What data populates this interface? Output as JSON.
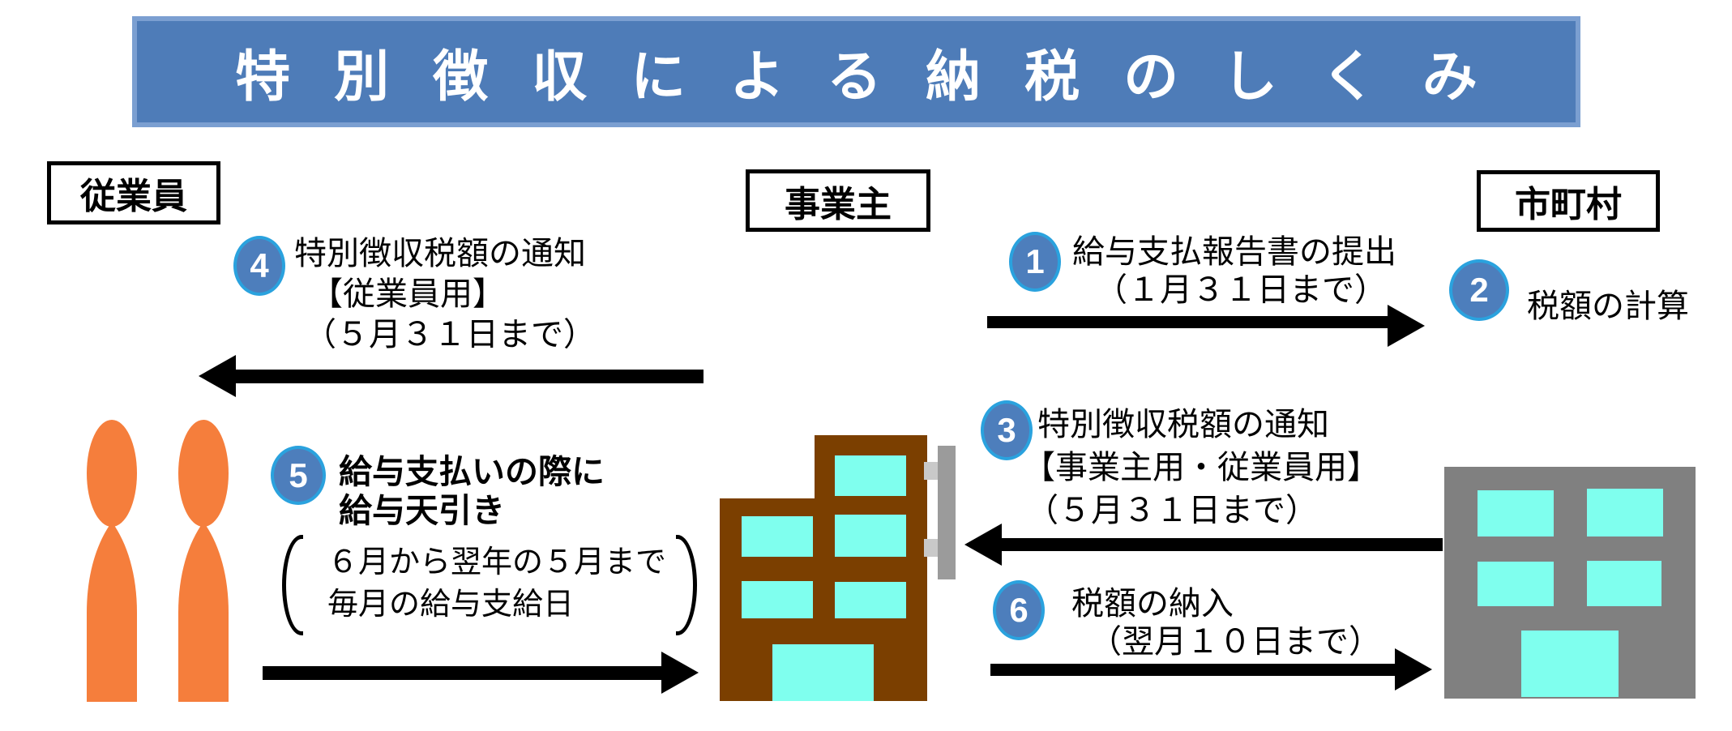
{
  "title": {
    "text": "特別徴収による納税のしくみ"
  },
  "entities": {
    "employee": {
      "label": "従業員"
    },
    "employer": {
      "label": "事業主"
    },
    "municipality": {
      "label": "市町村"
    }
  },
  "steps": {
    "s1": {
      "number": "1",
      "line1": "給与支払報告書の提出",
      "line2": "（１月３１日まで）"
    },
    "s2": {
      "number": "2",
      "label": "税額の計算"
    },
    "s3": {
      "number": "3",
      "line1": "特別徴収税額の通知",
      "line2": "【事業主用・従業員用】",
      "line3": "（５月３１日まで）"
    },
    "s4": {
      "number": "4",
      "line1": "特別徴収税額の通知",
      "line2": "【従業員用】",
      "line3": "（５月３１日まで）"
    },
    "s5": {
      "number": "5",
      "line1": "給与支払いの際に",
      "line2": "給与天引き",
      "note1": "６月から翌年の５月まで",
      "note2": "毎月の給与支給日"
    },
    "s6": {
      "number": "6",
      "line1": "税額の納入",
      "line2": "（翌月１０日まで）"
    }
  },
  "colors": {
    "banner_fill": "#4E7CB8",
    "banner_border": "#7B9FD1",
    "badge_fill": "#4D7EBC",
    "badge_ring": "#2AA2DE",
    "person_orange": "#F57E3C",
    "building_brown": "#7B3F00",
    "window_cyan": "#7FFFEE",
    "building_gray": "#808080",
    "sign_gray": "#9B9B9B",
    "sign_bracket_gray": "#C9C9C9",
    "arrow_black": "#000000",
    "text_black": "#000000",
    "background": "#FFFFFF"
  }
}
